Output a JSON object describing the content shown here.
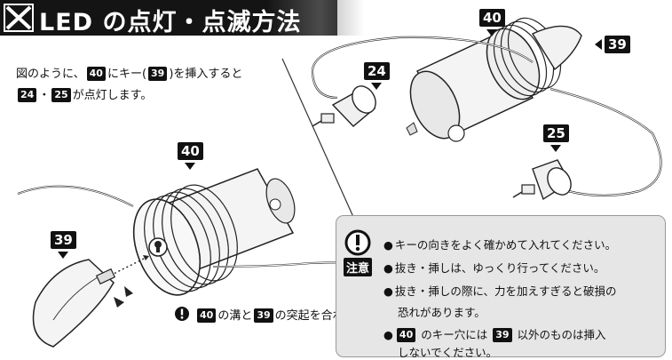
{
  "header": {
    "title": "LED の点灯・点滅方法"
  },
  "intro": {
    "line1_pre": "図のように、",
    "line1_num1": "40",
    "line1_mid": "にキー(",
    "line1_num2": "39",
    "line1_post": ")を挿入すると",
    "line2_num1": "24",
    "line2_sep": "・",
    "line2_num2": "25",
    "line2_post": "が点灯します。"
  },
  "callouts": {
    "c40_top": "40",
    "c39_top": "39",
    "c24": "24",
    "c25": "25",
    "c40_mid": "40",
    "c39_left": "39"
  },
  "alignment_note": {
    "num1": "40",
    "text1": "の溝と",
    "num2": "39",
    "text2": "の突起を合わせる"
  },
  "caution": {
    "label": "注意",
    "bullet": "●",
    "items": [
      "キーの向きをよく確かめて入れてください。",
      "抜き・挿しは、ゆっくり行ってください。",
      "抜き・挿しの際に、力を加えすぎると破損の",
      "恐れがあります。"
    ],
    "item5_num1": "40",
    "item5_text1": " のキー穴には ",
    "item5_num2": "39",
    "item5_text2": " 以外のものは挿入",
    "item6": "しないでください。"
  }
}
